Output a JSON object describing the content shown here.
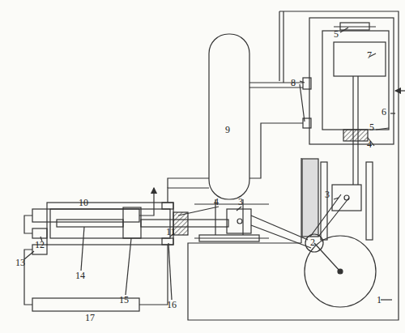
{
  "diagram": {
    "labels": [
      "5",
      "7",
      "8",
      "6",
      "9",
      "5",
      "4",
      "3",
      "10",
      "4",
      "3",
      "11",
      "12",
      "2",
      "13",
      "14",
      "15",
      "16",
      "1",
      "17"
    ]
  }
}
